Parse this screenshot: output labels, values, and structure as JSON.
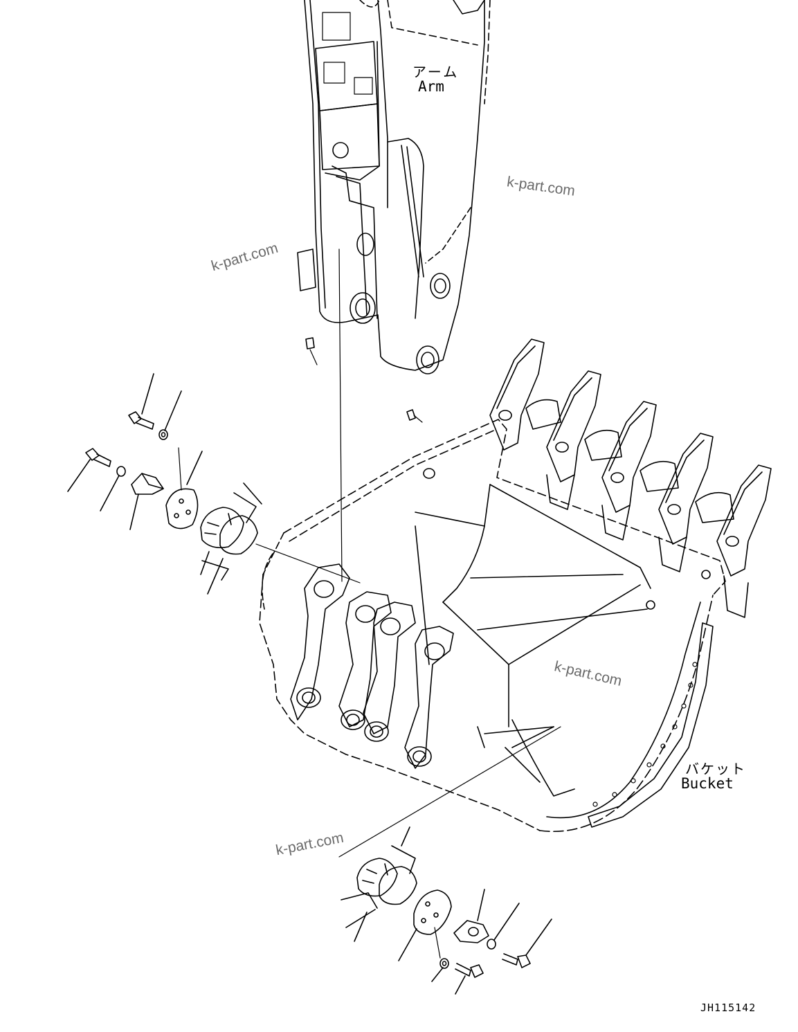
{
  "labels": {
    "arm_jp": "アーム",
    "arm_en": "Arm",
    "bucket_jp": "バケット",
    "bucket_en": "Bucket"
  },
  "watermarks": [
    "k-part.com",
    "k-part.com",
    "k-part.com",
    "k-part.com"
  ],
  "drawing_code": "JH115142",
  "colors": {
    "line": "#000000",
    "watermark": "#6a6a6a",
    "background": "#ffffff"
  }
}
